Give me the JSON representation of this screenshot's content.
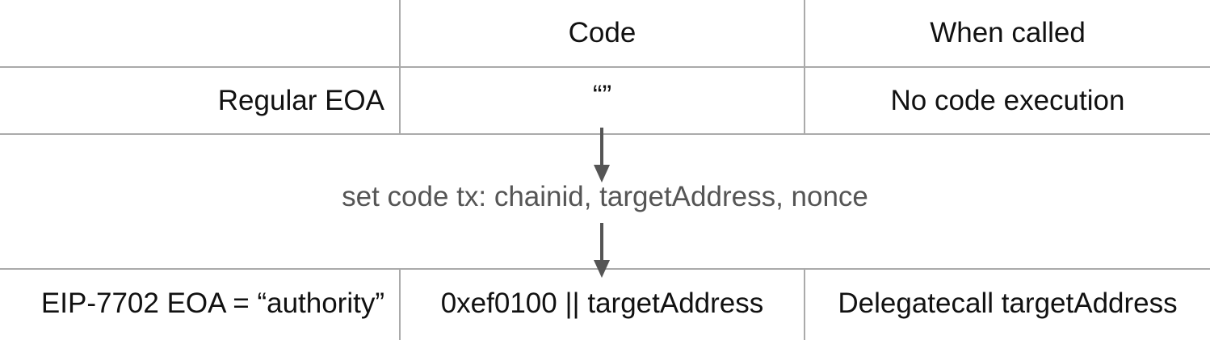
{
  "table": {
    "headers": [
      "",
      "Code",
      "When called"
    ],
    "rows": [
      {
        "label": "Regular EOA",
        "code": "“”",
        "when_called": "No code execution"
      },
      {
        "label": "EIP-7702 EOA = “authority”",
        "code": "0xef0100 || targetAddress",
        "when_called": "Delegatecall targetAddress"
      }
    ]
  },
  "transition": {
    "text": "set code tx: chainid, targetAddress, nonce"
  },
  "colors": {
    "grid": "#aaaaaa",
    "text": "#111111",
    "transition_text": "#555555",
    "arrow": "#555555"
  }
}
